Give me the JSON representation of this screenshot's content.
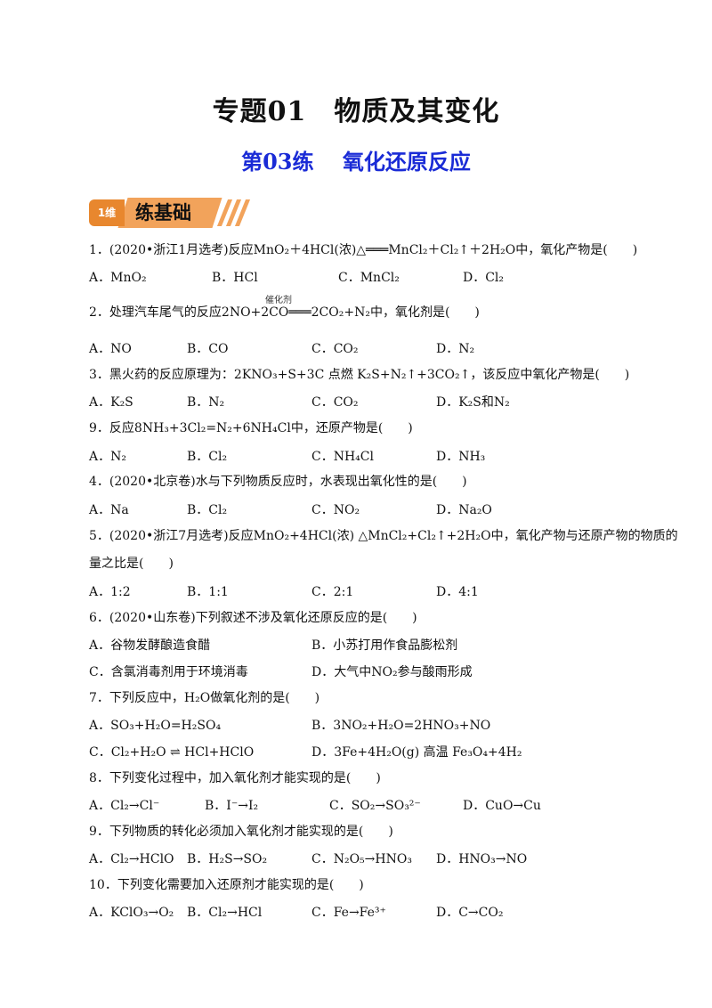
{
  "title": "专题01　物质及其变化",
  "subtitle": "第03练　 氧化还原反应",
  "banner": {
    "badge": "1维",
    "label": "练基础"
  },
  "questions": [
    {
      "stem": "1．(2020•浙江1月选考)反应MnO₂＋4HCl(浓)△═══MnCl₂＋Cl₂↑＋2H₂O中，氧化产物是(　　)",
      "options": [
        "A．MnO₂",
        "B．HCl",
        "C．MnCl₂",
        "D．Cl₂"
      ]
    },
    {
      "stem": "2．处理汽车尾气的反应2NO+2CO═══2CO₂+N₂中，氧化剂是(　　)",
      "condition": "催化剂",
      "options": [
        "A．NO",
        "B．CO",
        "C．CO₂",
        "D．N₂"
      ]
    },
    {
      "stem": "3．黑火药的反应原理为：2KNO₃+S+3C 点燃 K₂S+N₂↑+3CO₂↑，该反应中氧化产物是(　　)",
      "options": [
        "A．K₂S",
        "B．N₂",
        "C．CO₂",
        "D．K₂S和N₂"
      ]
    },
    {
      "stem": "9．反应8NH₃+3Cl₂=N₂+6NH₄Cl中，还原产物是(　　)",
      "options": [
        "A．N₂",
        "B．Cl₂",
        "C．NH₄Cl",
        "D．NH₃"
      ]
    },
    {
      "stem": "4．(2020•北京卷)水与下列物质反应时，水表现出氧化性的是(　　)",
      "options": [
        "A．Na",
        "B．Cl₂",
        "C．NO₂",
        "D．Na₂O"
      ]
    },
    {
      "stem": "5．(2020•浙江7月选考)反应MnO₂+4HCl(浓) △MnCl₂+Cl₂↑+2H₂O中，氧化产物与还原产物的物质的",
      "stem2": "量之比是(　　)",
      "options": [
        "A．1:2",
        "B．1:1",
        "C．2:1",
        "D．4:1"
      ]
    },
    {
      "stem": "6．(2020•山东卷)下列叙述不涉及氧化还原反应的是(　　)",
      "options": [
        "A．谷物发酵酿造食醋",
        "B．小苏打用作食品膨松剂",
        "C．含氯消毒剂用于环境消毒",
        "D．大气中NO₂参与酸雨形成"
      ]
    },
    {
      "stem": "7．下列反应中，H₂O做氧化剂的是(　　)",
      "options": [
        "A．SO₃+H₂O=H₂SO₄",
        "B．3NO₂+H₂O=2HNO₃+NO",
        "C．Cl₂+H₂O ⇌ HCl+HClO",
        "D．3Fe+4H₂O(g) 高温 Fe₃O₄+4H₂"
      ]
    },
    {
      "stem": "8．下列变化过程中，加入氧化剂才能实现的是(　　)",
      "options": [
        "A．Cl₂→Cl⁻",
        "B．I⁻→I₂",
        "C．SO₂→SO₃²⁻",
        "D．CuO→Cu"
      ]
    },
    {
      "stem": "9．下列物质的转化必须加入氧化剂才能实现的是(　　)",
      "options": [
        "A．Cl₂→HClO",
        "B．H₂S→SO₂",
        "C．N₂O₅→HNO₃",
        "D．HNO₃→NO"
      ]
    },
    {
      "stem": "10．下列变化需要加入还原剂才能实现的是(　　)",
      "options": [
        "A．KClO₃→O₂",
        "B．Cl₂→HCl",
        "C．Fe→Fe³⁺",
        "D．C→CO₂"
      ]
    }
  ]
}
